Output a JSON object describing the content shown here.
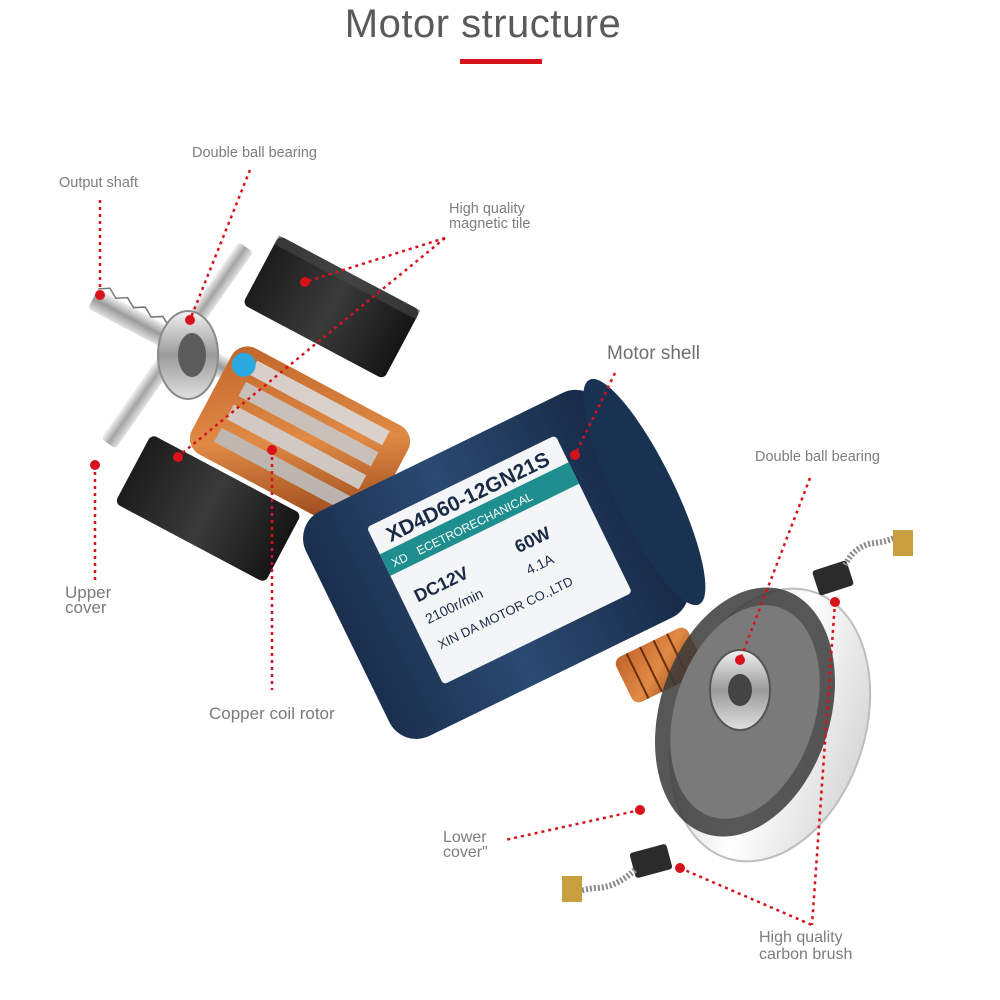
{
  "title": "Motor structure",
  "labels": {
    "double_ball_bearing_top": "Double ball bearing",
    "output_shaft": "Output shaft",
    "magnetic_tile_line1": "High quality",
    "magnetic_tile_line2": "magnetic tile",
    "motor_shell": "Motor shell",
    "double_ball_bearing_right": "Double ball bearing",
    "upper_cover_line1": "Upper",
    "upper_cover_line2": "cover",
    "copper_coil_rotor": "Copper coil rotor",
    "lower_cover_line1": "Lower",
    "lower_cover_line2": "cover\"",
    "carbon_brush_line1": "High quality",
    "carbon_brush_line2": "carbon brush"
  },
  "nameplate": {
    "model": "XD4D60-12GN21S",
    "band": "ECETRORECHANICAL",
    "brand": "XD",
    "voltage": "DC12V",
    "power": "60W",
    "speed": "2100r/min",
    "current": "4.1A",
    "maker": "XIN DA MOTOR CO.,LTD"
  },
  "colors": {
    "accent_red": "#d8121a",
    "shell_blue": "#1f3a5f",
    "label_grey": "#7d7d7d"
  }
}
